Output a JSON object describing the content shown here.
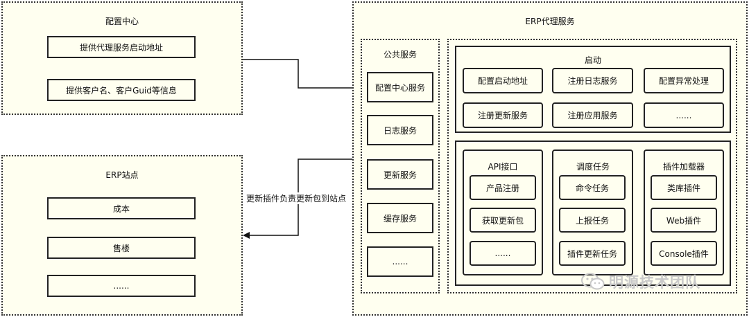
{
  "config_center": {
    "title": "配置中心",
    "items": [
      "提供代理服务启动地址",
      "提供客户名、客户Guid等信息"
    ]
  },
  "erp_site": {
    "title": "ERP站点",
    "items": [
      "成本",
      "售楼",
      "......"
    ]
  },
  "erp_proxy": {
    "title": "ERP代理服务",
    "public": {
      "title": "公共服务",
      "items": [
        "配置中心服务",
        "日志服务",
        "更新服务",
        "缓存服务",
        "......"
      ]
    },
    "startup": {
      "title": "启动",
      "items": [
        "配置启动地址",
        "注册日志服务",
        "配置异常处理",
        "注册更新服务",
        "注册应用服务",
        "......"
      ]
    },
    "api": {
      "title": "API接口",
      "items": [
        "产品注册",
        "获取更新包",
        "......"
      ]
    },
    "schedule": {
      "title": "调度任务",
      "items": [
        "命令任务",
        "上报任务",
        "插件更新任务"
      ]
    },
    "plugins": {
      "title": "插件加载器",
      "items": [
        "类库插件",
        "Web插件",
        "Console插件"
      ]
    }
  },
  "edge_label": "更新插件负责更新包到站点",
  "watermark": "明源技术团队"
}
